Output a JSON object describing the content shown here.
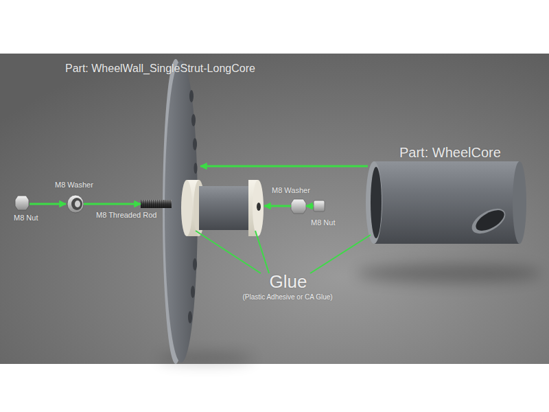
{
  "diagram": {
    "nodes": [
      {
        "text": [
          "Part: WheelWall_SingleStrut-LongCore"
        ]
      },
      {
        "text": [
          "Part: WheelCore"
        ]
      },
      {
        "text": [
          "M8 Nut"
        ]
      },
      {
        "text": [
          "M8 Washer"
        ]
      },
      {
        "text": [
          "M8 Threaded Rod"
        ]
      },
      {
        "text": [
          "M8 Washer"
        ]
      },
      {
        "text": [
          "M8 Nut"
        ]
      }
    ],
    "edges": [
      {
        "from": 2,
        "to": 3,
        "arrow": "to"
      },
      {
        "from": 3,
        "to": 4,
        "arrow": "to"
      },
      {
        "from": 1,
        "to": 0,
        "arrow": "to"
      },
      {
        "from": 5,
        "to": 4,
        "arrow": "to"
      },
      {
        "from": 6,
        "to": 5,
        "arrow": "to"
      }
    ],
    "labels": [
      "Glue",
      "(Plastic Adhesive or CA Glue)"
    ]
  }
}
